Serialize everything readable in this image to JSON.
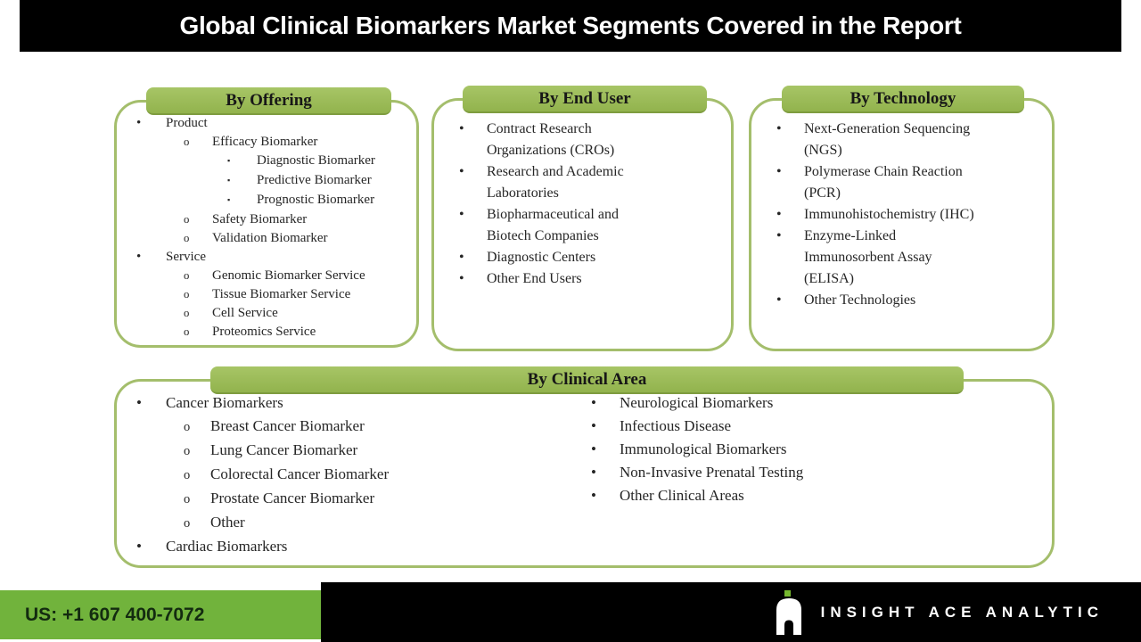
{
  "title": "Global Clinical Biomarkers Market Segments Covered in the Report",
  "colors": {
    "pill_green": "#9bbb59",
    "box_border_green": "#a4be6c",
    "footer_green": "#71b33c",
    "header_bar_black": "#000000",
    "logo_green": "#76b82f"
  },
  "offering": {
    "header": "By Offering",
    "items": [
      {
        "level": 1,
        "text": "Product"
      },
      {
        "level": 2,
        "text": "Efficacy Biomarker"
      },
      {
        "level": 3,
        "text": "Diagnostic Biomarker"
      },
      {
        "level": 3,
        "text": "Predictive Biomarker"
      },
      {
        "level": 3,
        "text": "Prognostic Biomarker"
      },
      {
        "level": 2,
        "text": "Safety Biomarker"
      },
      {
        "level": 2,
        "text": "Validation Biomarker"
      },
      {
        "level": 1,
        "text": "Service"
      },
      {
        "level": 2,
        "text": "Genomic Biomarker Service"
      },
      {
        "level": 2,
        "text": "Tissue Biomarker Service"
      },
      {
        "level": 2,
        "text": "Cell Service"
      },
      {
        "level": 2,
        "text": "Proteomics Service"
      }
    ]
  },
  "endUser": {
    "header": "By End User",
    "items": [
      {
        "level": 1,
        "text": "Contract Research\nOrganizations (CROs)"
      },
      {
        "level": 1,
        "text": "Research and Academic\nLaboratories"
      },
      {
        "level": 1,
        "text": "Biopharmaceutical and\nBiotech Companies"
      },
      {
        "level": 1,
        "text": "Diagnostic Centers"
      },
      {
        "level": 1,
        "text": "Other End Users"
      }
    ]
  },
  "technology": {
    "header": "By Technology",
    "items": [
      {
        "level": 1,
        "text": "Next-Generation Sequencing\n(NGS)"
      },
      {
        "level": 1,
        "text": "Polymerase Chain Reaction\n(PCR)"
      },
      {
        "level": 1,
        "text": "Immunohistochemistry (IHC)"
      },
      {
        "level": 1,
        "text": "Enzyme-Linked\nImmunosorbent Assay\n(ELISA)"
      },
      {
        "level": 1,
        "text": "Other Technologies"
      }
    ]
  },
  "clinicalArea": {
    "header": "By Clinical Area",
    "left": [
      {
        "level": 1,
        "text": "Cancer Biomarkers"
      },
      {
        "level": 2,
        "text": "Breast Cancer Biomarker"
      },
      {
        "level": 2,
        "text": "Lung Cancer Biomarker"
      },
      {
        "level": 2,
        "text": "Colorectal Cancer Biomarker"
      },
      {
        "level": 2,
        "text": "Prostate Cancer Biomarker"
      },
      {
        "level": 2,
        "text": "Other"
      },
      {
        "level": 1,
        "text": "Cardiac Biomarkers"
      }
    ],
    "right": [
      {
        "level": 1,
        "text": "Neurological Biomarkers"
      },
      {
        "level": 1,
        "text": "Infectious Disease"
      },
      {
        "level": 1,
        "text": "Immunological Biomarkers"
      },
      {
        "level": 1,
        "text": "Non-Invasive Prenatal Testing"
      },
      {
        "level": 1,
        "text": "Other Clinical Areas"
      }
    ]
  },
  "footer": {
    "phone": "US: +1 607 400-7072",
    "brand": "INSIGHT ACE ANALYTIC",
    "logo_icon": "insight-ace-logo"
  }
}
